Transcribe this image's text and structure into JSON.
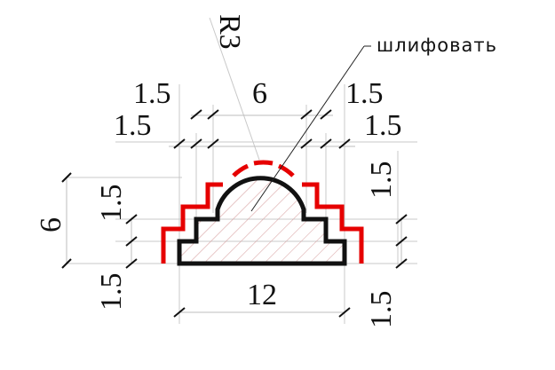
{
  "dimensions": {
    "top_main": "6",
    "top_left_outer": "1.5",
    "top_left_inner": "1.5",
    "top_right_outer": "1.5",
    "top_right_inner": "1.5",
    "left_height": "6",
    "left_step": "1.5",
    "left_lower": "1.5",
    "right_step": "1.5",
    "right_lower": "1.5",
    "bottom_width": "12",
    "radius": "R3"
  },
  "annotation": {
    "note": "шлифовать"
  },
  "colors": {
    "profile": "#111111",
    "offset_outline": "#e60000",
    "hatch": "#d59a9a",
    "extension_lines": "#c9c9c9"
  }
}
